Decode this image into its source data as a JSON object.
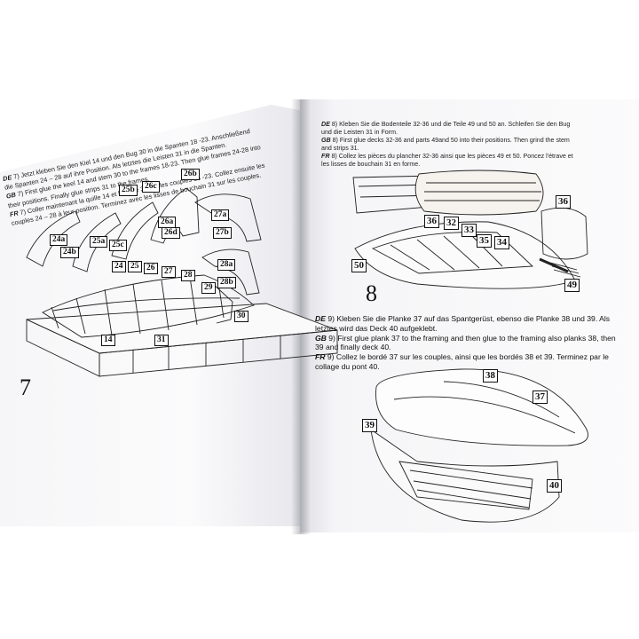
{
  "left_page": {
    "instructions": [
      {
        "lang": "DE",
        "prefix": " 7) ",
        "text": "Jetzt kleben Sie den Kiel 14 und den Bug 30 in die Spanten 18 -23. Anschließend"
      },
      {
        "lang": "",
        "prefix": "",
        "text": "die Spanten 24 – 28 auf ihre Position. Als letztes die Leisten 31 in die Spanten."
      },
      {
        "lang": "GB",
        "prefix": " 7) ",
        "text": "First glue the keel 14 and stem 30 to the frames 18-23. Then glue frames 24-28 into"
      },
      {
        "lang": "",
        "prefix": "",
        "text": "their positions. Finally glue strips 31 to the frames."
      },
      {
        "lang": "FR",
        "prefix": " 7) ",
        "text": "Coller maintenant la quille 14 et l'étrave 30 sur les couples 18 -23. Collez ensuite les"
      },
      {
        "lang": "",
        "prefix": "",
        "text": "couples 24 – 28 à leur position. Terminez avec les lisses de bouchain 31 sur les couples."
      }
    ],
    "step_number": "7",
    "labels": [
      "24a",
      "24b",
      "25a",
      "25b",
      "25c",
      "26a",
      "26b",
      "26c",
      "26d",
      "27a",
      "27b",
      "28a",
      "28b",
      "24",
      "25",
      "26",
      "27",
      "28",
      "29",
      "30",
      "14",
      "31"
    ]
  },
  "right_page": {
    "step8": [
      {
        "lang": "DE",
        "prefix": " 8) ",
        "text": "Kleben Sie die Bodenteile 32-36 und die Teile 49 und 50 an. Schleifen Sie den Bug"
      },
      {
        "lang": "",
        "prefix": "",
        "text": "und die Leisten 31 in Form."
      },
      {
        "lang": "GB",
        "prefix": " 8) ",
        "text": "First glue decks 32-36 and parts 49and 50 into their positions. Then grind the stem"
      },
      {
        "lang": "",
        "prefix": "",
        "text": "and strips 31."
      },
      {
        "lang": "FR",
        "prefix": " 8) ",
        "text": "Collez les pièces du plancher 32-36 ainsi que les pièces 49 et 50. Poncez l'étrave et"
      },
      {
        "lang": "",
        "prefix": "",
        "text": "les lisses de bouchain 31 en forme."
      }
    ],
    "step8_number": "8",
    "step8_labels": [
      "36",
      "32",
      "33",
      "35",
      "34",
      "36",
      "50",
      "49"
    ],
    "step9": [
      {
        "lang": "DE",
        "prefix": " 9) ",
        "text": "Kleben Sie die Planke 37 auf das Spantgerüst, ebenso die Planke 38 und 39. Als"
      },
      {
        "lang": "",
        "prefix": "",
        "text": "letztes wird das Deck 40 aufgeklebt."
      },
      {
        "lang": "GB",
        "prefix": " 9) ",
        "text": "First glue plank 37 to the framing and then glue to the framing also planks 38, then"
      },
      {
        "lang": "",
        "prefix": "",
        "text": "39 and finally deck 40."
      },
      {
        "lang": "FR",
        "prefix": " 9) ",
        "text": "Collez le bordé 37 sur les couples, ainsi que les bordés 38 et 39. Terminez par le"
      },
      {
        "lang": "",
        "prefix": "",
        "text": "collage du pont 40."
      }
    ],
    "step9_labels": [
      "38",
      "37",
      "39",
      "40"
    ]
  }
}
